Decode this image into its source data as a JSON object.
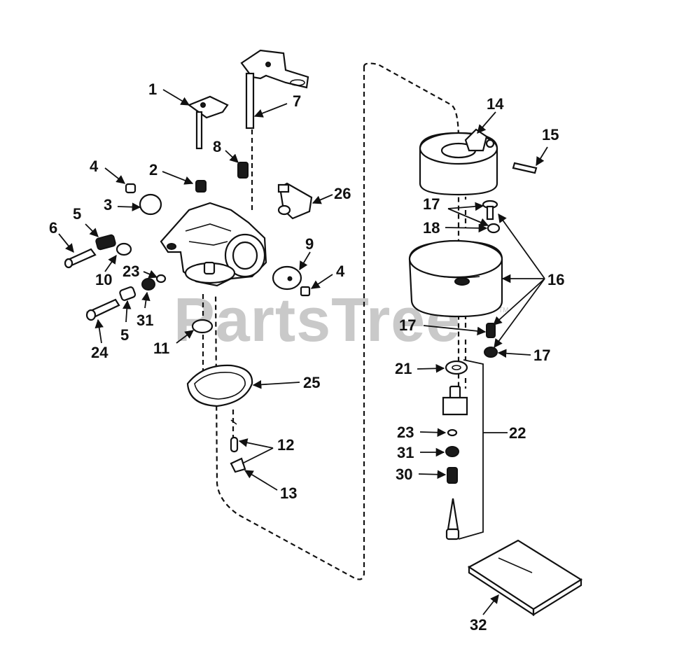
{
  "watermark": {
    "text": "PartsTree",
    "mark": "TM",
    "color": "#c9c9c9"
  },
  "callouts": [
    {
      "id": "c1",
      "label": "1"
    },
    {
      "id": "c2",
      "label": "2"
    },
    {
      "id": "c3",
      "label": "3"
    },
    {
      "id": "c4a",
      "label": "4"
    },
    {
      "id": "c4b",
      "label": "4"
    },
    {
      "id": "c5a",
      "label": "5"
    },
    {
      "id": "c5b",
      "label": "5"
    },
    {
      "id": "c6",
      "label": "6"
    },
    {
      "id": "c7",
      "label": "7"
    },
    {
      "id": "c8",
      "label": "8"
    },
    {
      "id": "c9",
      "label": "9"
    },
    {
      "id": "c10",
      "label": "10"
    },
    {
      "id": "c11",
      "label": "11"
    },
    {
      "id": "c12",
      "label": "12"
    },
    {
      "id": "c13",
      "label": "13"
    },
    {
      "id": "c14",
      "label": "14"
    },
    {
      "id": "c15",
      "label": "15"
    },
    {
      "id": "c16",
      "label": "16"
    },
    {
      "id": "c17a",
      "label": "17"
    },
    {
      "id": "c17b",
      "label": "17"
    },
    {
      "id": "c17c",
      "label": "17"
    },
    {
      "id": "c18",
      "label": "18"
    },
    {
      "id": "c21",
      "label": "21"
    },
    {
      "id": "c22",
      "label": "22"
    },
    {
      "id": "c23a",
      "label": "23"
    },
    {
      "id": "c23b",
      "label": "23"
    },
    {
      "id": "c24",
      "label": "24"
    },
    {
      "id": "c25",
      "label": "25"
    },
    {
      "id": "c26",
      "label": "26"
    },
    {
      "id": "c30",
      "label": "30"
    },
    {
      "id": "c31a",
      "label": "31"
    },
    {
      "id": "c31b",
      "label": "31"
    },
    {
      "id": "c32",
      "label": "32"
    }
  ]
}
